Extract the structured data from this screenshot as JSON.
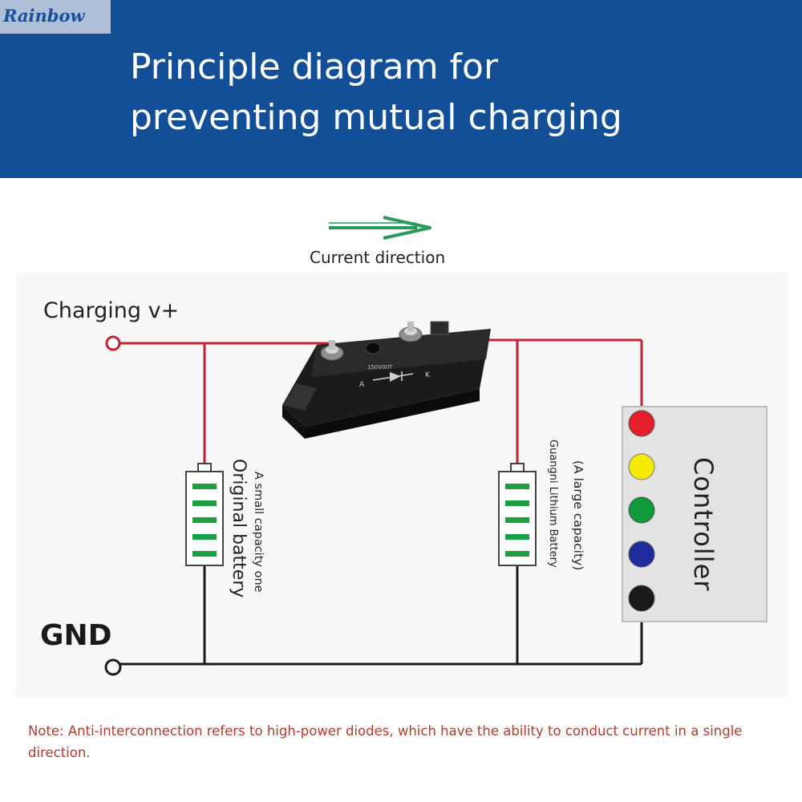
{
  "logo": {
    "text": "Rainbow"
  },
  "header": {
    "title": "Principle diagram for preventing mutual charging"
  },
  "diagram": {
    "current_direction_label": "Current direction",
    "charging_label": "Charging v+",
    "gnd_label": "GND",
    "small_battery": {
      "name": "Original battery",
      "description": "A small capacity one"
    },
    "large_battery": {
      "name": "(A large capacity)",
      "description": "Guangni Lithium Battery"
    },
    "controller_label": "Controller",
    "diode_module_text": {
      "rating": "150V00T",
      "anode": "A",
      "cathode": "K"
    },
    "controller_terminals": [
      "red",
      "yellow",
      "green",
      "blue",
      "black"
    ],
    "colors": {
      "header_bg": "#134f97",
      "positive_wire": "#c4202f",
      "ground_wire": "#1a1a1a",
      "arrow": "#2a9a5a",
      "battery_cell": "#1aa042",
      "note_text": "#b43a2e",
      "terminal_red": "#e41e2a",
      "terminal_yellow": "#f6ea00",
      "terminal_green": "#0f9a3c",
      "terminal_blue": "#1f2d9c",
      "terminal_black": "#1a1a1a"
    }
  },
  "note": "Note: Anti-interconnection refers to high-power diodes, which have the ability to conduct current in a single direction."
}
